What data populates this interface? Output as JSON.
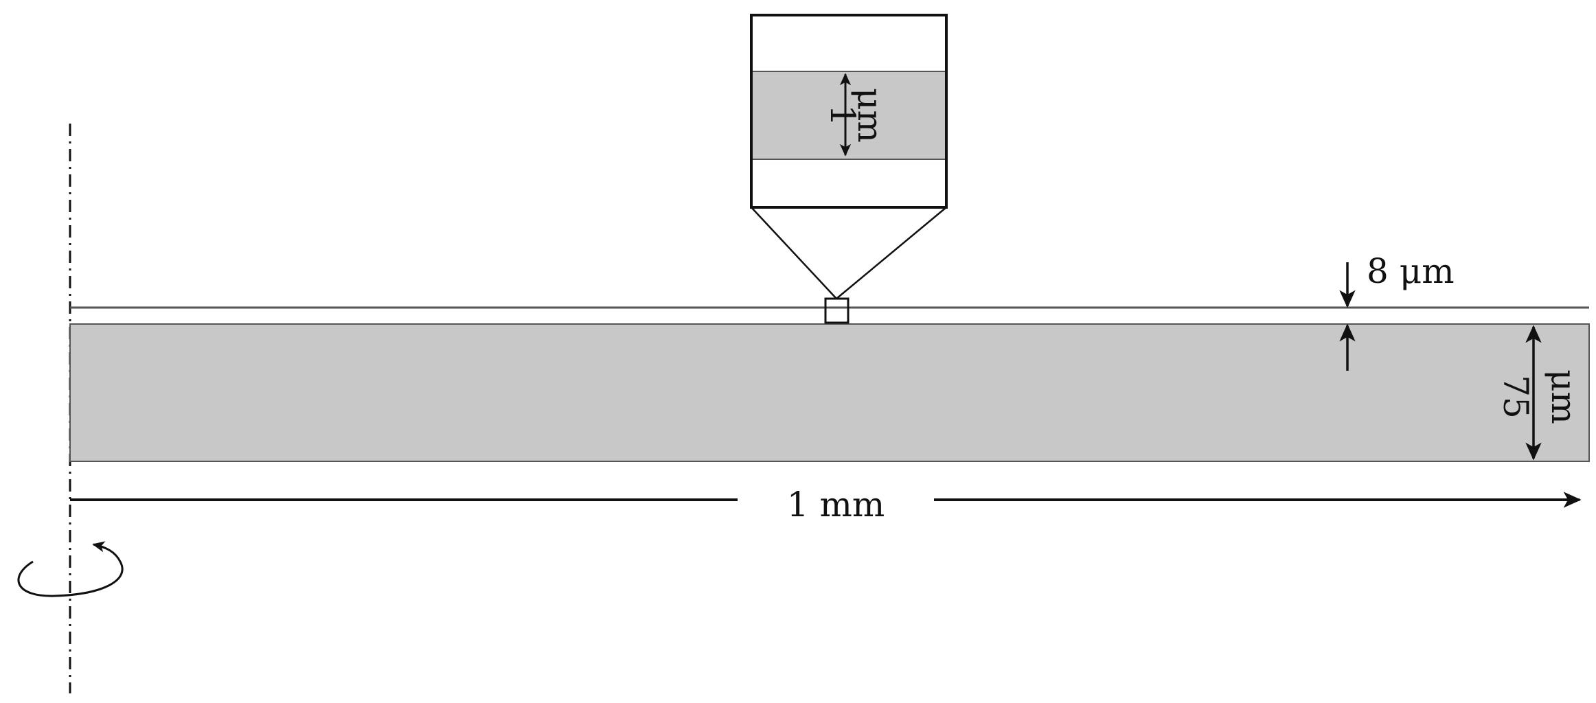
{
  "colors": {
    "layer_fill": "#c8c8c8",
    "line": "#111111",
    "thin_line": "#555555",
    "background": "#ffffff"
  },
  "labels": {
    "inset_thickness": {
      "value": "1",
      "unit": "μm"
    },
    "film_thickness": "8 μm",
    "substrate_thickness": {
      "value": "75",
      "unit": "μm"
    },
    "radius": "1 mm"
  },
  "icons": {
    "rotation": "rotation-arrow-icon"
  }
}
